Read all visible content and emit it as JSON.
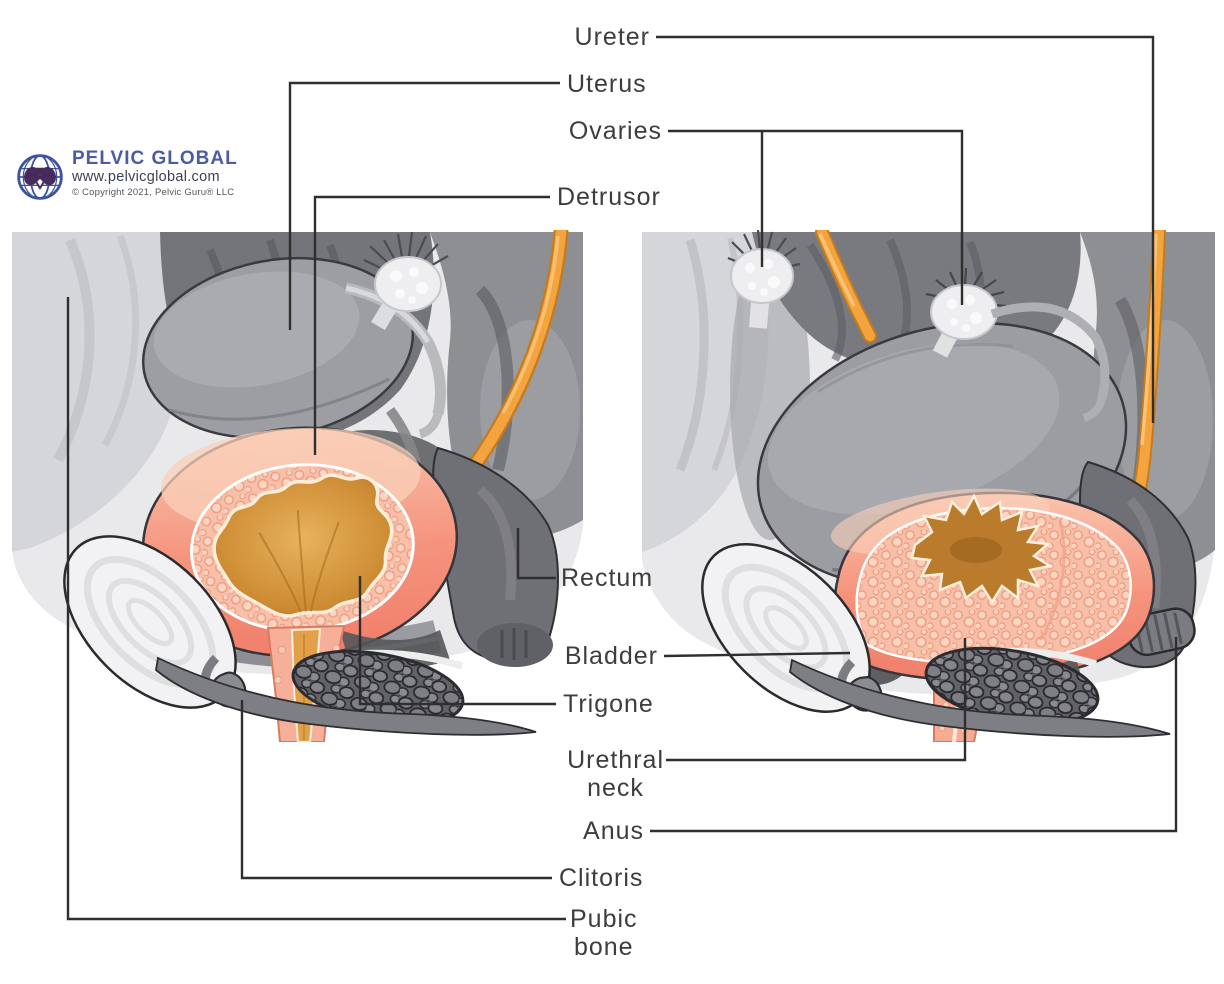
{
  "logo": {
    "brand": "PELVIC GLOBAL",
    "url": "www.pelvicglobal.com",
    "copyright": "© Copyright 2021, Pelvic Guru® LLC",
    "brand_color": "#4c5ba5"
  },
  "labels": {
    "ureter": "Ureter",
    "uterus": "Uterus",
    "ovaries": "Ovaries",
    "detrusor": "Detrusor",
    "rectum": "Rectum",
    "bladder": "Bladder",
    "trigone": "Trigone",
    "urethral_neck": {
      "line1": "Urethral",
      "line2": "neck"
    },
    "anus": "Anus",
    "clitoris": "Clitoris",
    "pubic_bone": {
      "line1": "Pubic",
      "line2": "bone"
    }
  },
  "colors": {
    "label_text": "#3d3d3d",
    "leader_line": "#2f2f2f",
    "bladder_wall": "#f5937c",
    "bladder_mucosa": "#f8bfa9",
    "urine": "#cd8c34",
    "ureter": "#f3a43e",
    "tissue_gray": "#9c9da2",
    "dark_tissue": "#6f7075",
    "bone_ivory": "#f2f2f4",
    "background_panel": "#e9e9eb"
  }
}
